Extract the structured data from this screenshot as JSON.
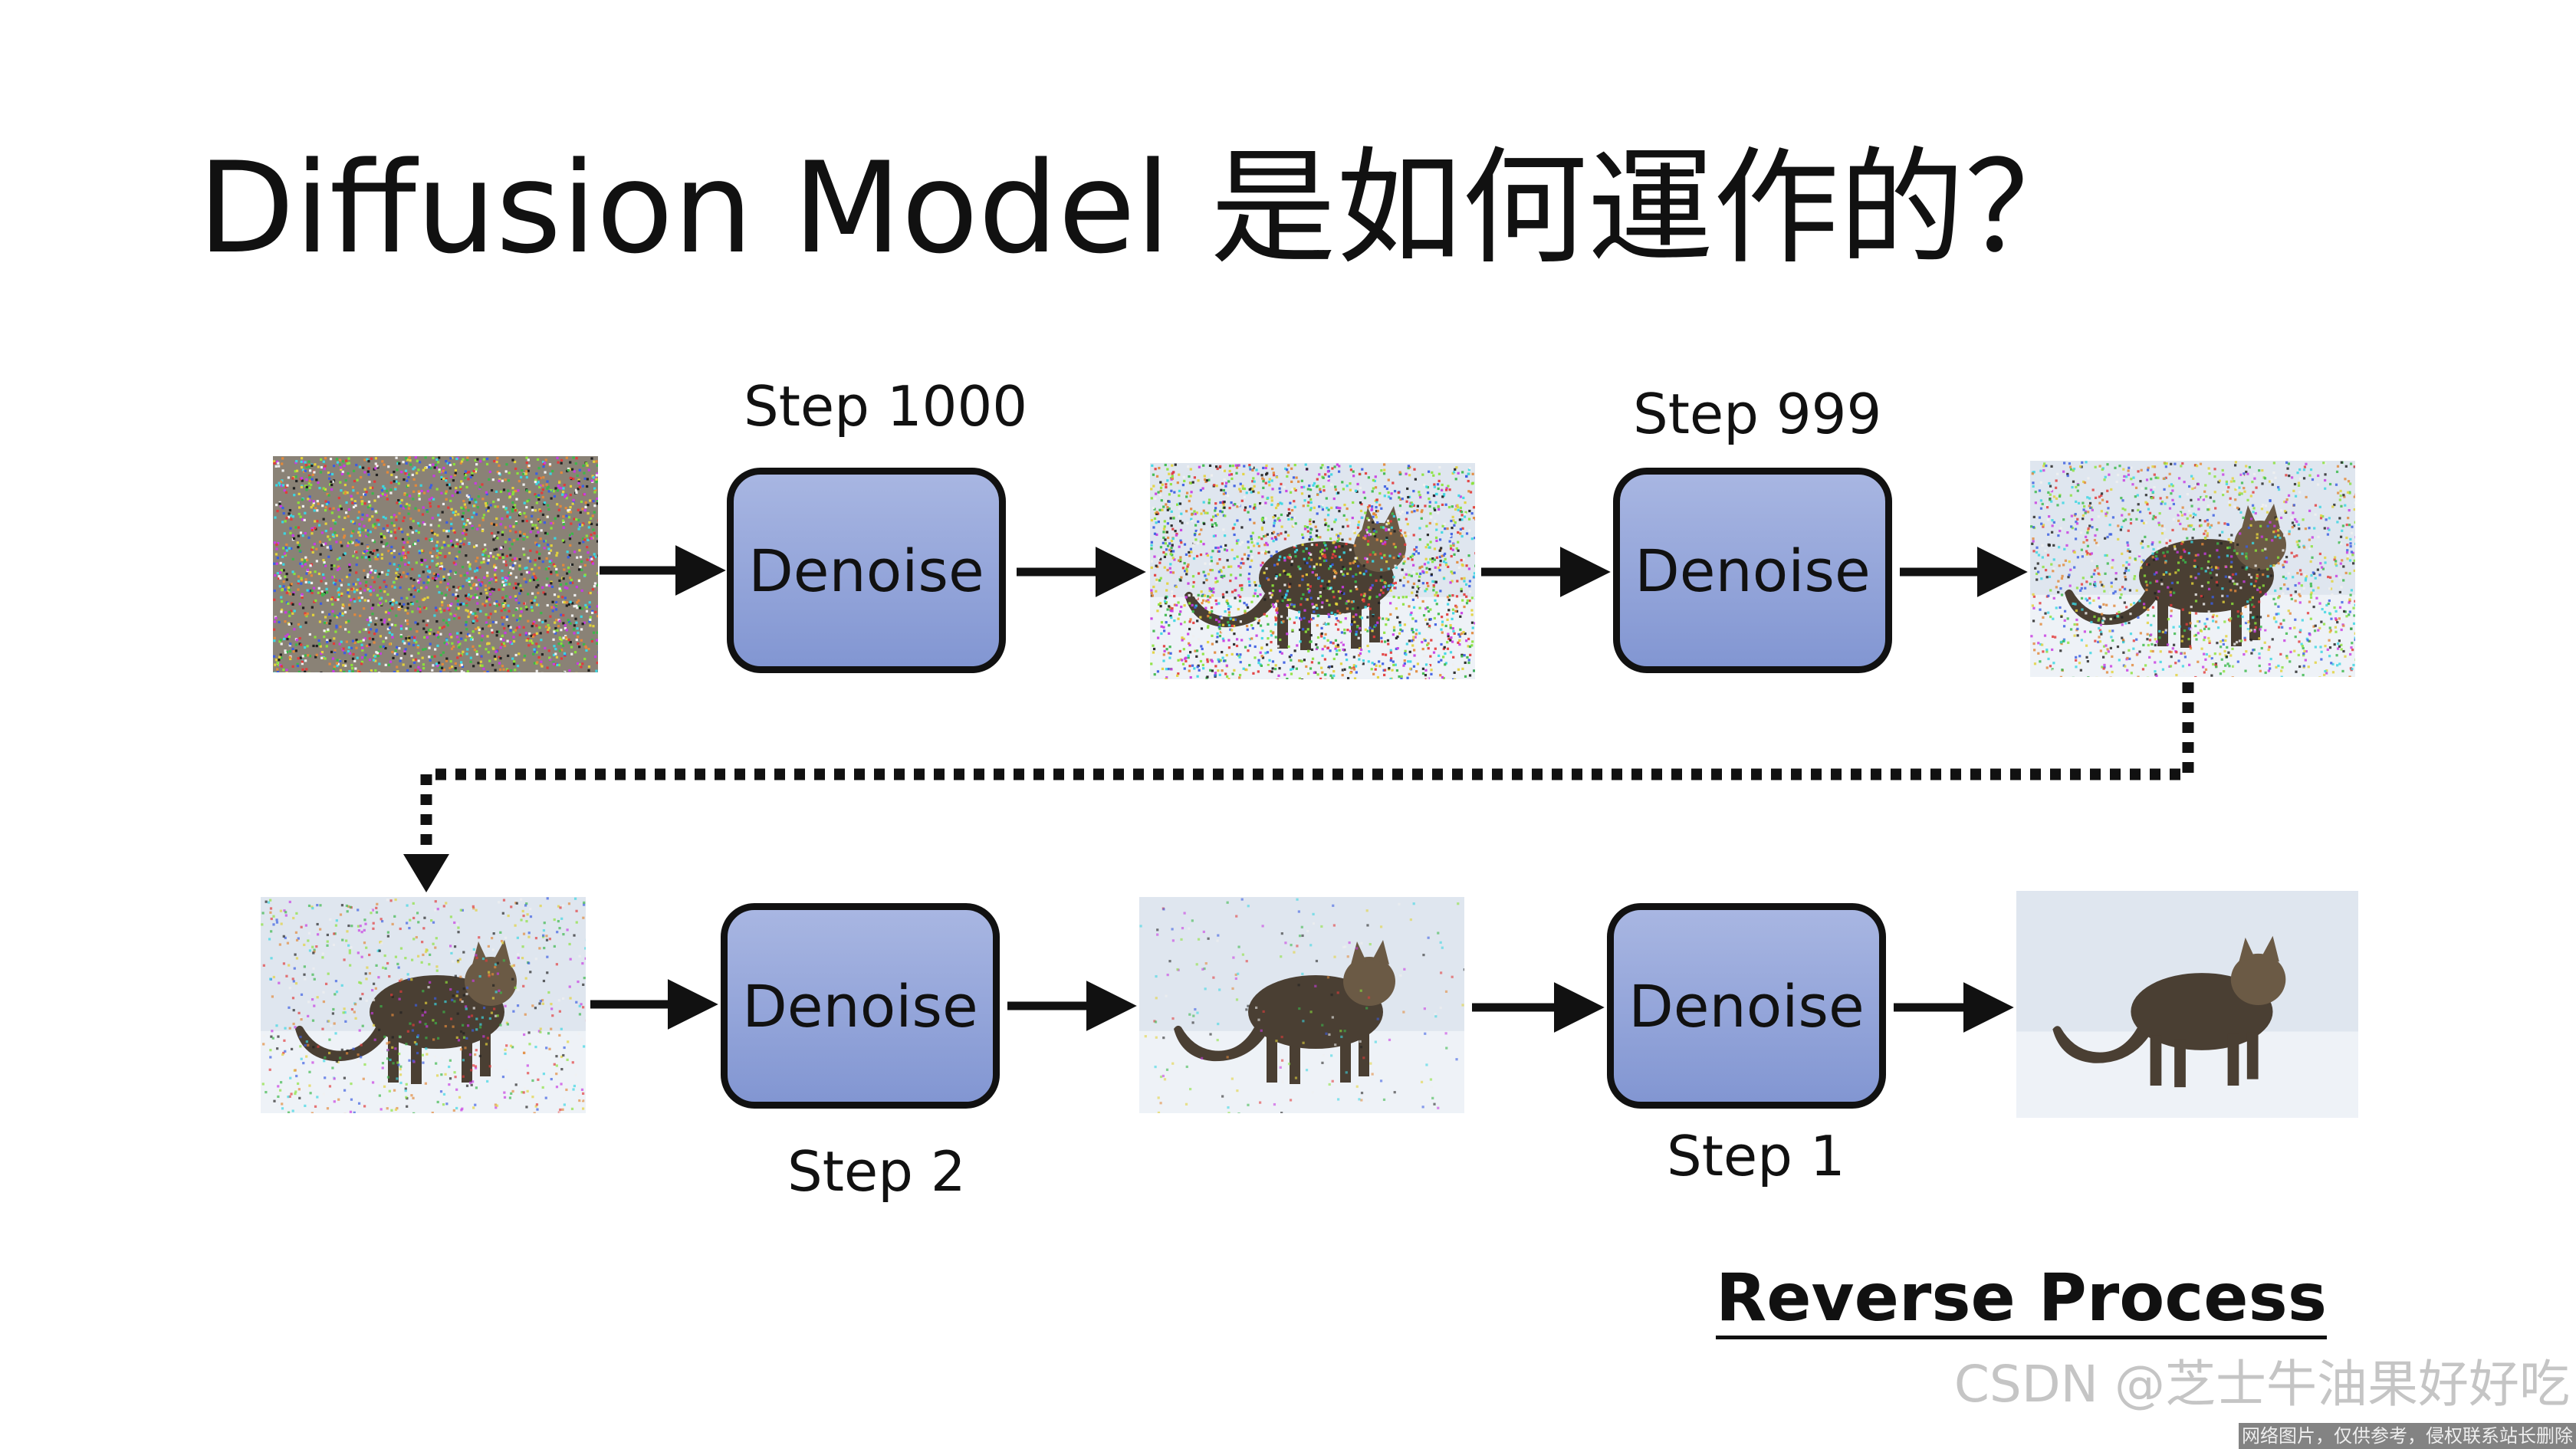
{
  "title": "Diffusion Model 是如何運作的？",
  "denoise_label": "Denoise",
  "steps": {
    "s1000": "Step 1000",
    "s999": "Step 999",
    "s2": "Step 2",
    "s1": "Step 1"
  },
  "reverse_process": "Reverse Process",
  "watermark": "CSDN @芝士牛油果好好吃",
  "watermark_strip": "网络图片，仅供参考，侵权联系站长删除",
  "colors": {
    "denoise_fill_top": "#a8b6e2",
    "denoise_fill_bottom": "#8296d2",
    "arrow": "#111111"
  },
  "images": [
    {
      "name": "pure-noise",
      "noise_level": 1.0
    },
    {
      "name": "noisy-cat-step-999",
      "noise_level": 0.85
    },
    {
      "name": "noisy-cat-step-998",
      "noise_level": 0.6
    },
    {
      "name": "noisy-cat-step-2",
      "noise_level": 0.3
    },
    {
      "name": "almost-clean-cat",
      "noise_level": 0.08
    },
    {
      "name": "clean-cat",
      "noise_level": 0.0
    }
  ]
}
